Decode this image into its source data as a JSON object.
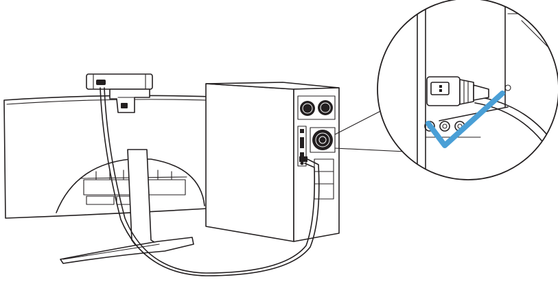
{
  "illustration": {
    "subject": "",
    "components": [
      "webcam",
      "monitor",
      "monitor-stand",
      "desktop-tower",
      "usb-cable",
      "usb-connector",
      "rear-usb-ports",
      "checkmark"
    ]
  },
  "colors": {
    "line": "#231f20",
    "background": "#ffffff",
    "checkmark": "#4a9fd6"
  }
}
